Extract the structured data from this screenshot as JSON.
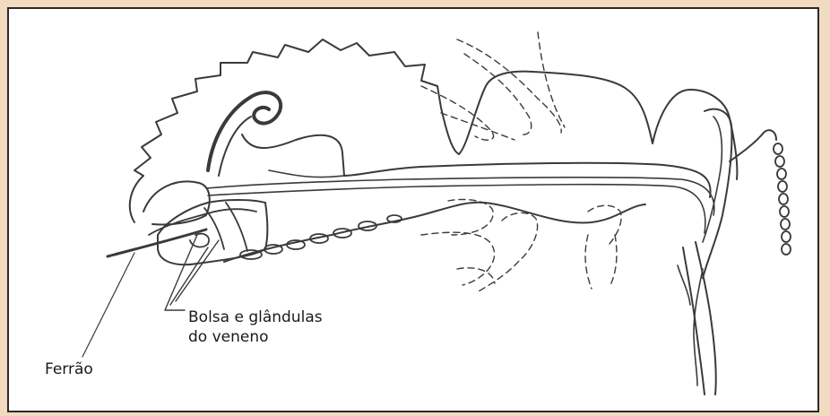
{
  "labels": {
    "venom_line1": "Bolsa e glândulas",
    "venom_line2": "do veneno",
    "sting": "Ferrão"
  },
  "colors": {
    "background": "#f1dcc1",
    "panel": "#ffffff",
    "ink": "#3a3a3a"
  }
}
